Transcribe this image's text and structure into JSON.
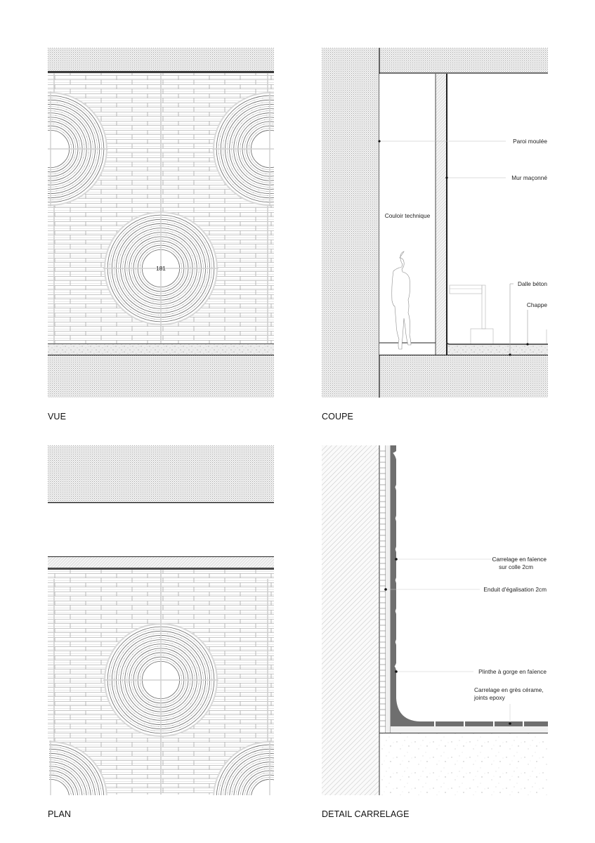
{
  "sheet": {
    "panels": [
      {
        "id": "vue",
        "title": "VUE",
        "center_label": "181"
      },
      {
        "id": "coupe",
        "title": "COUPE",
        "annotations": [
          "Paroi moulée",
          "Mur maçonné",
          "Couloir technique",
          "Dalle béton",
          "Chappe"
        ]
      },
      {
        "id": "plan",
        "title": "PLAN"
      },
      {
        "id": "detail",
        "title": "DETAIL CARRELAGE",
        "annotations": [
          {
            "line1": "Carrelage en faïence",
            "line2": "sur colle 2cm"
          },
          {
            "line1": "Enduit d'égalisation 2cm"
          },
          {
            "line1": "Plinthe à gorge en faïence"
          },
          {
            "line1": "Carrelage en grès cérame,",
            "line2": "joints epoxy"
          }
        ]
      }
    ]
  },
  "colors": {
    "hatch": "#bdbdbd",
    "line": "#222222",
    "tile_dark": "#707070",
    "brick_line": "#9a9a9a"
  }
}
